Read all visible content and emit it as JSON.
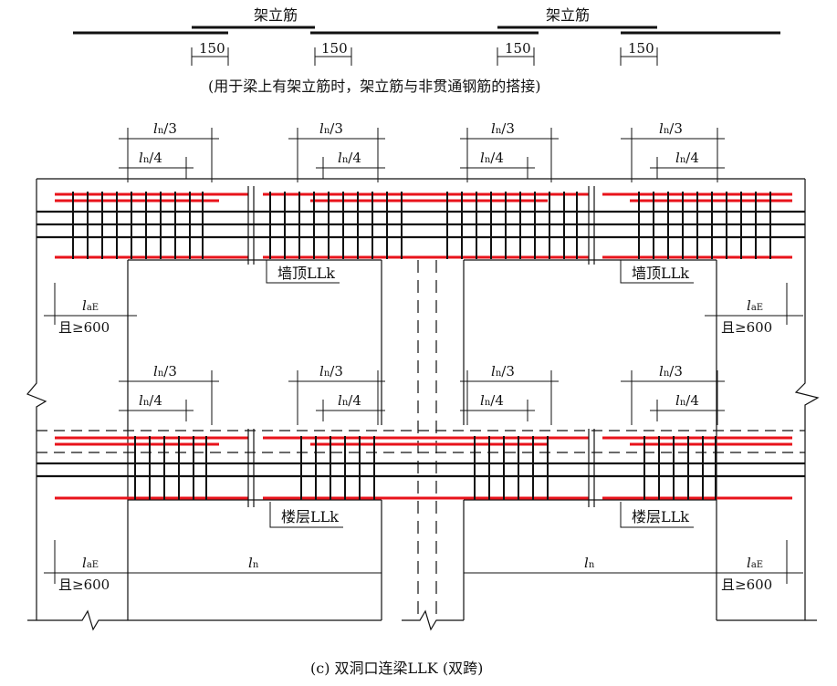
{
  "colors": {
    "ink": "#111111",
    "rebar_red": "#e8131b",
    "background": "#ffffff"
  },
  "top_detail": {
    "label_left": "架立筋",
    "label_right": "架立筋",
    "lap_values": [
      "150",
      "150",
      "150",
      "150"
    ],
    "caption": "(用于梁上有架立筋时，架立筋与非贯通钢筋的搭接)"
  },
  "dims": {
    "ln_over_3_symbol": "l",
    "ln_sub": "n",
    "over_3": "/3",
    "over_4": "/4",
    "lae_symbol": "l",
    "lae_sub": "aE",
    "lae_min": "且≥600",
    "ln_label_symbol": "l",
    "ln_label_sub": "n"
  },
  "tags": {
    "roof_beam": "墙顶LLk",
    "floor_beam": "楼层LLk"
  },
  "caption": "(c) 双洞口连梁LLK (双跨)"
}
